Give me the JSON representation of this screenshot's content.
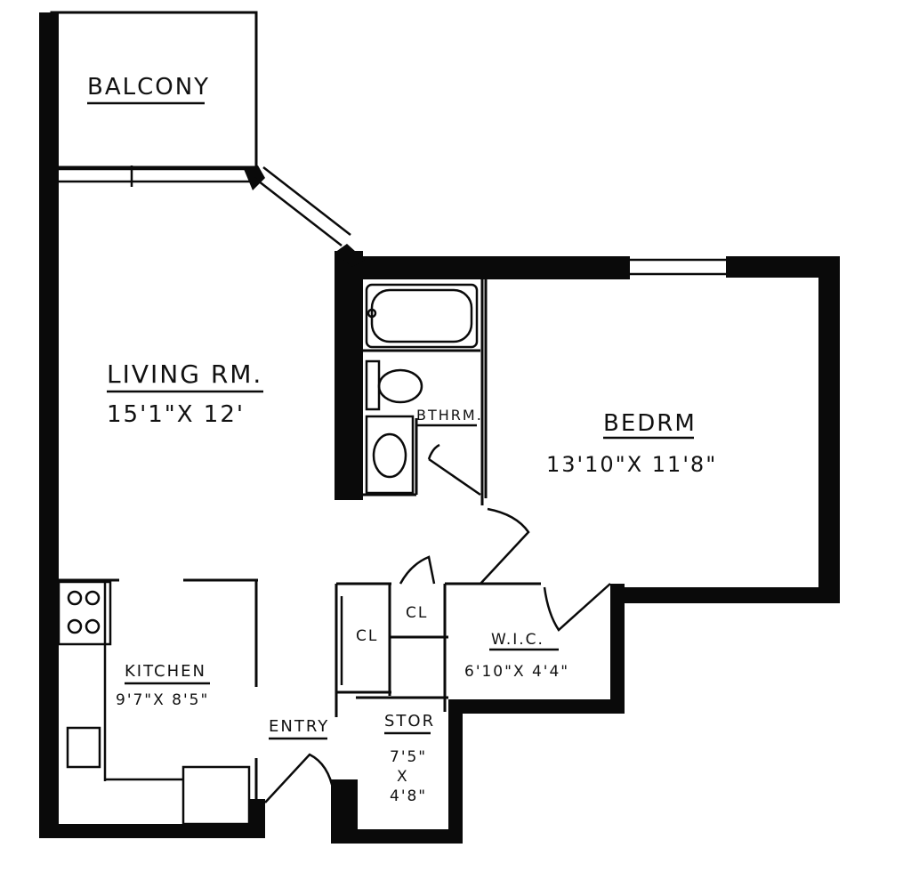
{
  "rooms": {
    "balcony": {
      "name": "BALCONY"
    },
    "living": {
      "name": "LIVING RM.",
      "size": "15'1\"X 12'"
    },
    "bedroom": {
      "name": "BEDRM",
      "size": "13'10\"X 11'8\""
    },
    "bathroom": {
      "name": "BTHRM."
    },
    "kitchen": {
      "name": "KITCHEN",
      "size": "9'7\"X 8'5\""
    },
    "closet_1": {
      "name": "CL"
    },
    "closet_2": {
      "name": "CL"
    },
    "wic": {
      "name": "W.I.C.",
      "size": "6'10\"X 4'4\""
    },
    "entry": {
      "name": "ENTRY"
    },
    "storage": {
      "name": "STOR",
      "size_line1": "7'5\"",
      "size_line2": "X",
      "size_line3": "4'8\""
    }
  },
  "colors": {
    "wall": "#0a0a0a",
    "background": "#ffffff"
  }
}
